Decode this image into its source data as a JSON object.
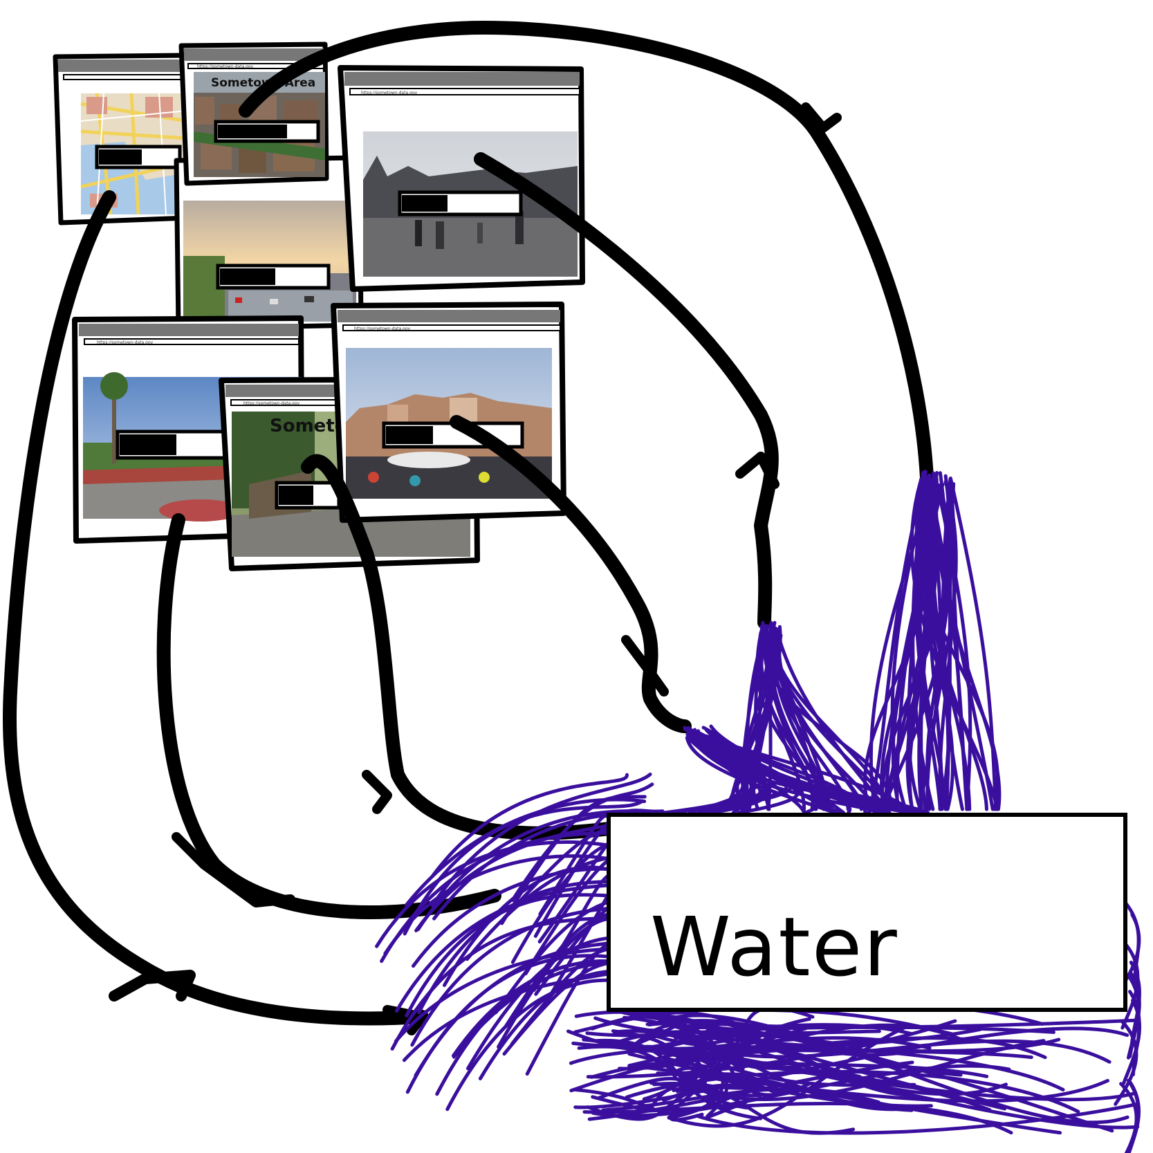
{
  "colors": {
    "background": "#ffffff",
    "stroke": "#000000",
    "scribble": "#3a0f9e"
  },
  "windows": [
    {
      "id": "map",
      "title": "",
      "label": "",
      "scene": "map"
    },
    {
      "id": "city-aerial",
      "title": "Sometown Area",
      "label": "",
      "scene": "aerial"
    },
    {
      "id": "sunset-street",
      "title": "",
      "label": "",
      "scene": "sunset"
    },
    {
      "id": "town-square",
      "title": "",
      "label": "",
      "scene": "square"
    },
    {
      "id": "palm-road",
      "title": "",
      "label": "",
      "scene": "palm"
    },
    {
      "id": "garden-path",
      "title": "Someto",
      "label": "",
      "scene": "garden"
    },
    {
      "id": "old-town-crowd",
      "title": "",
      "label": "",
      "scene": "crowd"
    }
  ],
  "target": {
    "label": "Water"
  }
}
